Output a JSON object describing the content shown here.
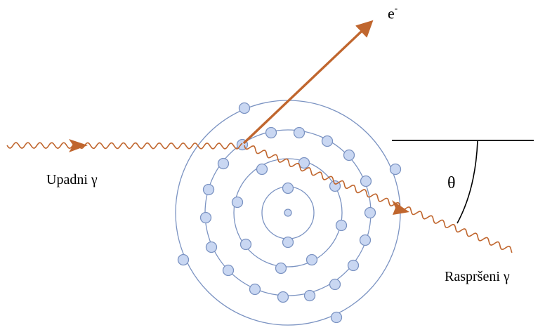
{
  "labels": {
    "incident": "Upadni γ",
    "scattered": "Raspršeni  γ",
    "electron": "e",
    "electron_charge": "-",
    "angle": "θ"
  },
  "colors": {
    "photon": "#c0662e",
    "electron_track": "#c0662e",
    "orbit": "#7b93c2",
    "electron_fill": "#c9d7f2",
    "electron_stroke": "#7b93c2",
    "nucleus_fill": "#c9d7f2",
    "reference_line": "#000000",
    "text": "#000000"
  }
}
